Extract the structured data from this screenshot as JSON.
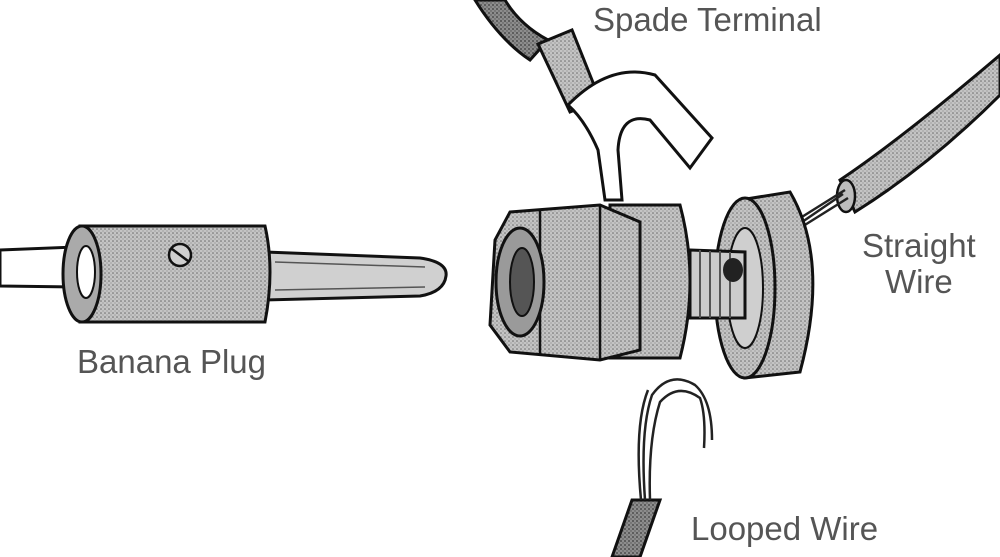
{
  "labels": {
    "spade_terminal": "Spade Terminal",
    "straight_wire_line1": "Straight",
    "straight_wire_line2": "Wire",
    "banana_plug": "Banana Plug",
    "looped_wire": "Looped Wire"
  },
  "colors": {
    "label_text": "#555555",
    "ink": "#111111",
    "metal_shading": "#bdbdbd",
    "insulation": "#8a8a8a"
  }
}
